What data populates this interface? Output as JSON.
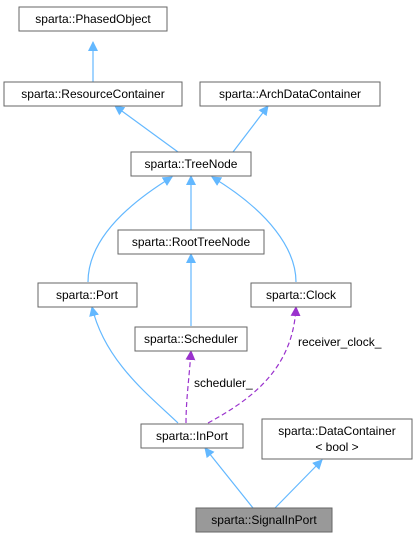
{
  "colors": {
    "inheritance": "#63b8ff",
    "usage": "#9a32cd",
    "node_fill": "#ffffff",
    "focus_fill": "#999999",
    "border": "#666666",
    "text": "#000000"
  },
  "nodes": {
    "phased_object": {
      "label": "sparta::PhasedObject"
    },
    "resource_container": {
      "label": "sparta::ResourceContainer"
    },
    "arch_data_container": {
      "label": "sparta::ArchDataContainer"
    },
    "tree_node": {
      "label": "sparta::TreeNode"
    },
    "root_tree_node": {
      "label": "sparta::RootTreeNode"
    },
    "port": {
      "label": "sparta::Port"
    },
    "clock": {
      "label": "sparta::Clock"
    },
    "scheduler": {
      "label": "sparta::Scheduler"
    },
    "in_port": {
      "label": "sparta::InPort"
    },
    "data_container": {
      "line1": "sparta::DataContainer",
      "line2": "< bool >"
    },
    "signal_in_port": {
      "label": "sparta::SignalInPort"
    }
  },
  "edge_labels": {
    "scheduler": "scheduler_",
    "receiver_clock": "receiver_clock_"
  }
}
